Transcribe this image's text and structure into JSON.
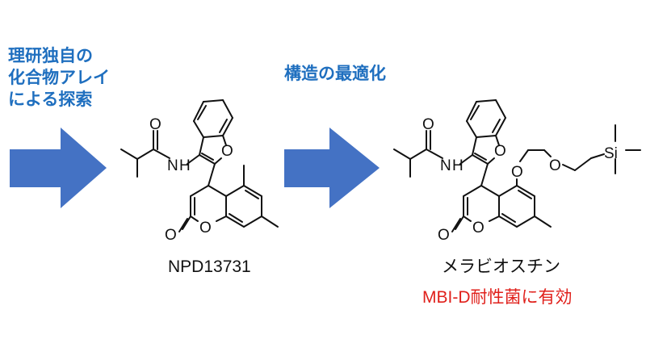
{
  "captions": {
    "screening": [
      "理研独自の",
      "化合物アレイ",
      "による探索"
    ],
    "optimization": "構造の最適化"
  },
  "compounds": {
    "hit": {
      "name": "NPD13731"
    },
    "optimized": {
      "name": "メラビオスチン",
      "activity": "MBI-D耐性菌に有効"
    }
  },
  "atoms": {
    "nitrogen": "N",
    "hydrogen": "H",
    "oxygen": "O",
    "silicon": "Si"
  },
  "colors": {
    "arrow": "#4472c4",
    "caption": "#1f6fbf",
    "activity": "#e0201b",
    "bond": "#111111"
  }
}
